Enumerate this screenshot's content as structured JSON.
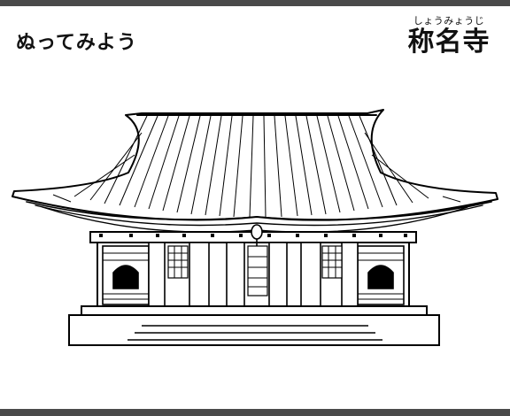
{
  "header": {
    "instruction": "ぬってみよう",
    "furigana": "しょうみょうじ",
    "title": "称名寺"
  }
}
